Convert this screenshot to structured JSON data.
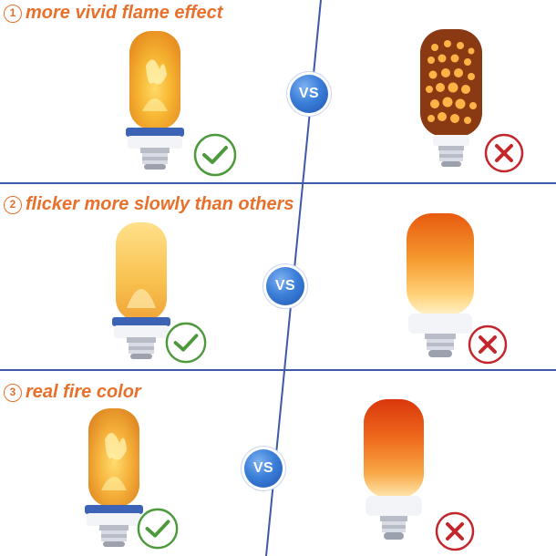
{
  "rows": [
    {
      "number": "1",
      "caption": "more vivid flame effect",
      "vs": "VS",
      "left_mark": "check-icon",
      "right_mark": "cross-icon"
    },
    {
      "number": "2",
      "caption": "flicker more slowly than others",
      "vs": "VS",
      "left_mark": "check-icon",
      "right_mark": "cross-icon"
    },
    {
      "number": "3",
      "caption": "real fire color",
      "vs": "VS",
      "left_mark": "check-icon",
      "right_mark": "cross-icon"
    }
  ],
  "colors": {
    "caption": "#e8702b",
    "divider": "#3e59a8",
    "vs_badge": "#3b7fd9",
    "check": "#4c9a3c",
    "cross": "#c2272d"
  }
}
